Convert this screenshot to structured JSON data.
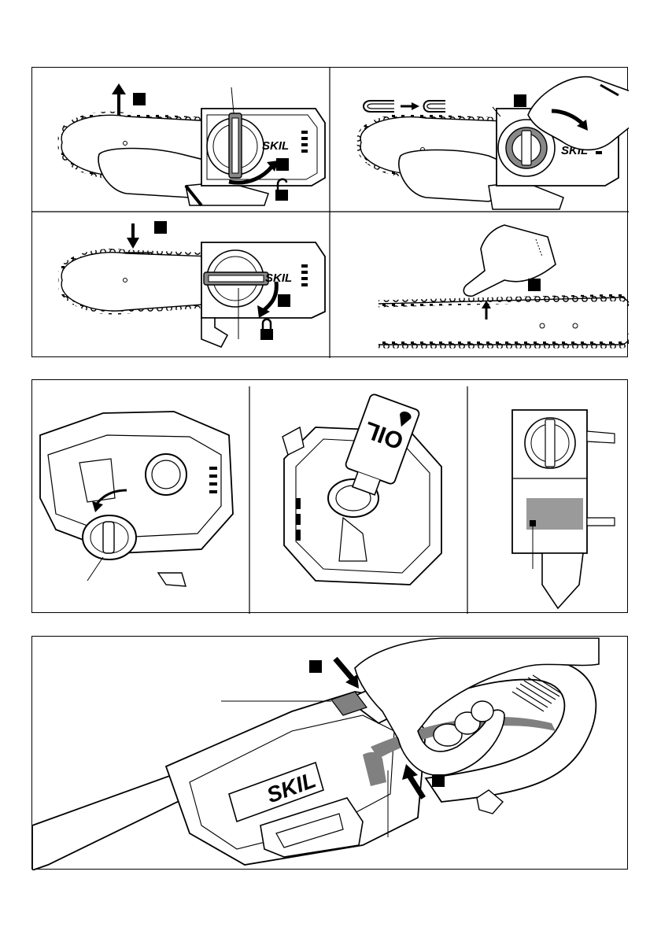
{
  "figure_1": {
    "brand": "SKIL",
    "step_marker_color": "#000000"
  },
  "figure_2": {
    "oil_label": "OIL",
    "oil_level_color": "#9a9a9a"
  },
  "figure_3": {
    "brand": "SKIL",
    "grip_color": "#808080"
  }
}
